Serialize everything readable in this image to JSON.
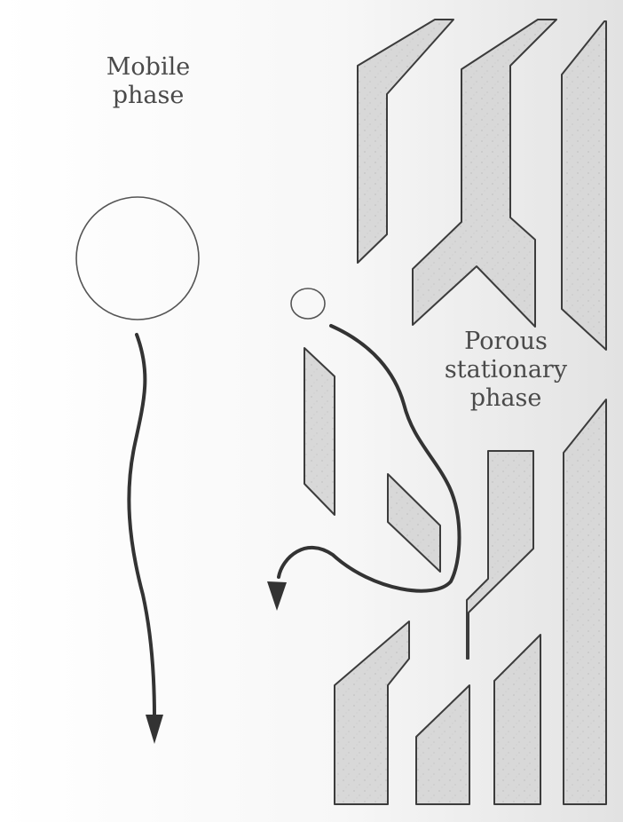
{
  "labels": {
    "mobile_phase": [
      "Mobile",
      "phase"
    ],
    "porous_stationary_phase": [
      "Porous",
      "stationary",
      "phase"
    ]
  },
  "colors": {
    "particle_fill": "#d6d6d6",
    "particle_stroke": "#3c3c3c",
    "path_stroke": "#333333",
    "text": "#4a4a4a",
    "paper_shadow": "#e4e4e4"
  }
}
